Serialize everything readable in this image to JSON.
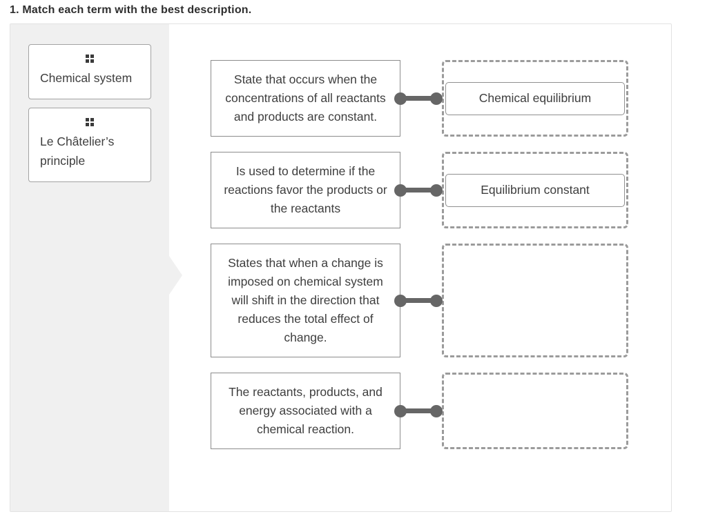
{
  "page": {
    "title": "1. Match each term with the best description."
  },
  "colors": {
    "tray_background": "#f0f0f0",
    "panel_border": "#e2e2e2",
    "box_border": "#8b8b8b",
    "dashed_border": "#9b9b9b",
    "connector": "#666666",
    "text": "#3e3e3e"
  },
  "icons": {
    "drag_handle": "four-squares-grid"
  },
  "terms": [
    {
      "label": "Chemical system"
    },
    {
      "label": "Le Châtelier’s principle"
    }
  ],
  "rows": [
    {
      "description": "State that occurs when the concentrations of all reactants and products are constant.",
      "answer": "Chemical equilibrium"
    },
    {
      "description": "Is used to determine if the reactions favor the products or the reactants",
      "answer": "Equilibrium constant"
    },
    {
      "description": "States that when a change is imposed on chemical system will shift in the direction that reduces the total effect of change.",
      "answer": ""
    },
    {
      "description": "The reactants, products, and energy associated with a chemical reaction.",
      "answer": ""
    }
  ]
}
